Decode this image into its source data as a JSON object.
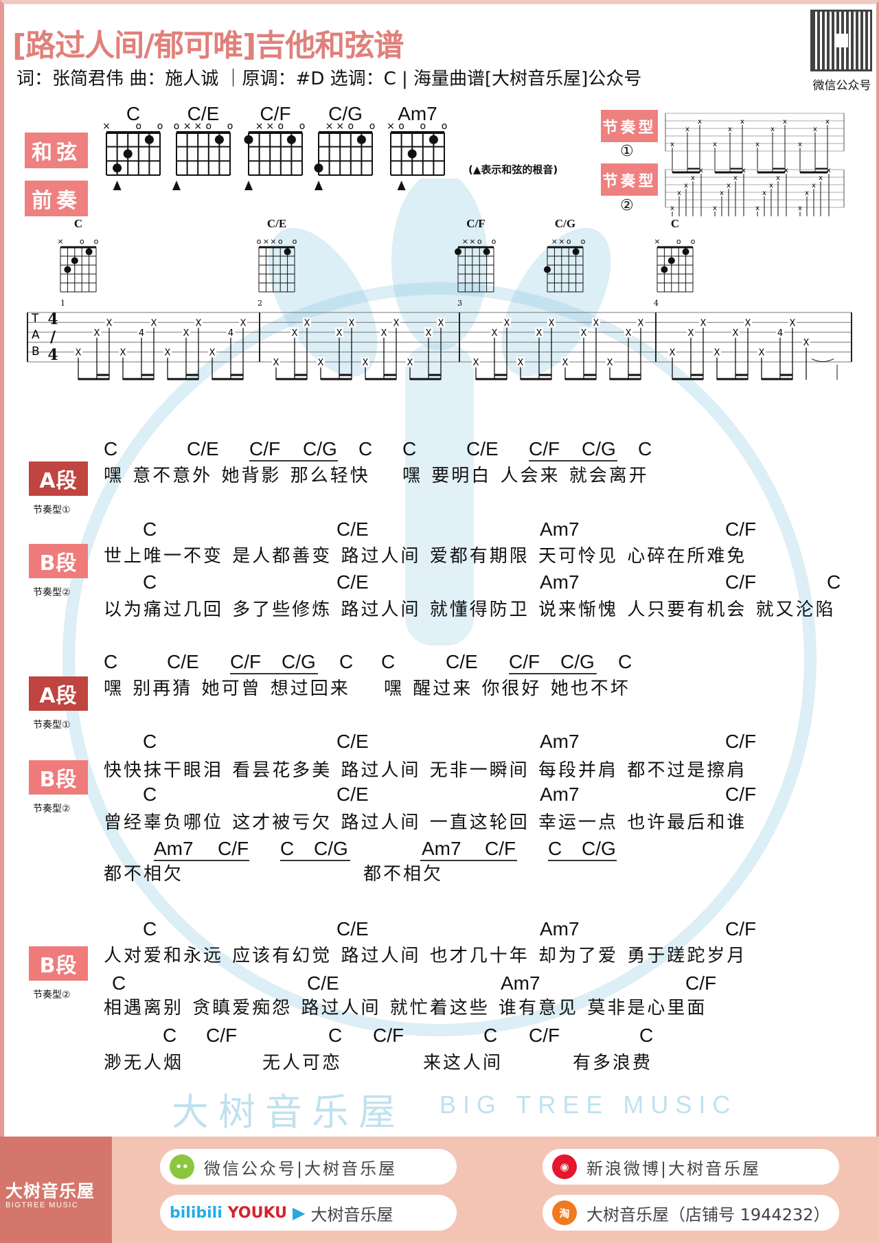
{
  "header": {
    "title": "[路过人间/郁可唯]吉他和弦谱",
    "subtitle": "词：张简君伟 曲：施人诚 ｜原调：#D 选调：C | 海量曲谱[大树音乐屋]公众号",
    "qr_label": "微信公众号"
  },
  "tags": {
    "chords": "和弦",
    "intro": "前奏"
  },
  "root_note": "(▲表示和弦的根音)",
  "chords": [
    {
      "name": "C",
      "markers": [
        "x",
        "",
        "",
        "o",
        "",
        "o"
      ],
      "dots": [
        [
          5,
          3
        ],
        [
          4,
          2
        ],
        [
          2,
          1
        ]
      ],
      "root": 5
    },
    {
      "name": "C/E",
      "markers": [
        "o",
        "x",
        "x",
        "o",
        "",
        "o"
      ],
      "dots": [
        [
          2,
          1
        ]
      ],
      "root": 6
    },
    {
      "name": "C/F",
      "markers": [
        "",
        "x",
        "x",
        "o",
        "",
        "o"
      ],
      "dots": [
        [
          6,
          1
        ],
        [
          2,
          1
        ]
      ],
      "root": 6
    },
    {
      "name": "C/G",
      "markers": [
        "",
        "x",
        "x",
        "o",
        "",
        "o"
      ],
      "dots": [
        [
          6,
          3
        ],
        [
          2,
          1
        ]
      ],
      "root": 6
    },
    {
      "name": "Am7",
      "markers": [
        "x",
        "o",
        "",
        "o",
        "",
        "o"
      ],
      "dots": [
        [
          4,
          2
        ],
        [
          2,
          1
        ]
      ],
      "root": 5
    }
  ],
  "rhythm_patterns": [
    {
      "label": "节奏型",
      "number": "①"
    },
    {
      "label": "节奏型",
      "number": "②"
    }
  ],
  "intro": {
    "chords": [
      "C",
      "C/E",
      "C/F",
      "C/G",
      "C"
    ],
    "time_signature": "4/4",
    "tab_letters": [
      "T",
      "A",
      "B"
    ],
    "measures": [
      {
        "number": "1",
        "beats": [
          [
            [
              5,
              "X"
            ],
            [
              3,
              "X"
            ],
            [
              2,
              "X"
            ]
          ],
          [
            [
              5,
              "X"
            ],
            [
              3,
              "4"
            ],
            [
              2,
              "X"
            ]
          ],
          [
            [
              5,
              "X"
            ],
            [
              3,
              "X"
            ],
            [
              2,
              "X"
            ]
          ],
          [
            [
              5,
              "X"
            ],
            [
              3,
              "4"
            ],
            [
              2,
              "X"
            ]
          ]
        ]
      },
      {
        "number": "2",
        "beats": [
          [
            [
              6,
              "X"
            ],
            [
              3,
              "X"
            ],
            [
              2,
              "X"
            ]
          ],
          [
            [
              6,
              "X"
            ],
            [
              3,
              "X"
            ],
            [
              2,
              "X"
            ]
          ],
          [
            [
              6,
              "X"
            ],
            [
              3,
              "X"
            ],
            [
              2,
              "X"
            ]
          ],
          [
            [
              6,
              "X"
            ],
            [
              3,
              "X"
            ],
            [
              2,
              "X"
            ]
          ]
        ]
      },
      {
        "number": "3",
        "beats": [
          [
            [
              6,
              "X"
            ],
            [
              3,
              "X"
            ],
            [
              2,
              "X"
            ]
          ],
          [
            [
              6,
              "X"
            ],
            [
              3,
              "X"
            ],
            [
              2,
              "X"
            ]
          ],
          [
            [
              6,
              "X"
            ],
            [
              3,
              "X"
            ],
            [
              2,
              "X"
            ]
          ],
          [
            [
              6,
              "X"
            ],
            [
              3,
              "X"
            ],
            [
              2,
              "X"
            ]
          ]
        ]
      },
      {
        "number": "4",
        "beats": [
          [
            [
              5,
              "X"
            ],
            [
              3,
              "X"
            ],
            [
              2,
              "X"
            ]
          ],
          [
            [
              5,
              "X"
            ],
            [
              3,
              "X"
            ],
            [
              2,
              "X"
            ]
          ],
          [
            [
              5,
              "X"
            ],
            [
              3,
              "4"
            ],
            [
              2,
              "X"
            ]
          ],
          [
            [
              4,
              "X"
            ]
          ]
        ]
      }
    ]
  },
  "sections": [
    {
      "label": "A段",
      "rhythm": "节奏型①",
      "lines": [
        {
          "chords": [
            "C",
            "C/E",
            "C/F",
            "C/G",
            "C",
            "C",
            "C/E",
            "C/F",
            "C/G",
            "C"
          ],
          "lyrics": [
            "嘿 意不意外 她背影 那么轻快",
            "嘿 要明白 人会来 就会离开"
          ]
        }
      ]
    },
    {
      "label": "B段",
      "rhythm": "节奏型②",
      "lines": [
        {
          "chords": [
            "C",
            "C/E",
            "Am7",
            "C/F"
          ],
          "lyrics": [
            "世上唯一不变 是人都善变 路过人间 爱都有期限 天可怜见 心碎在所难免"
          ]
        },
        {
          "chords": [
            "C",
            "C/E",
            "Am7",
            "C/F",
            "C"
          ],
          "lyrics": [
            "以为痛过几回 多了些修炼 路过人间 就懂得防卫 说来惭愧 人只要有机会 就又沦陷"
          ]
        }
      ]
    },
    {
      "label": "A段",
      "rhythm": "节奏型①",
      "lines": [
        {
          "chords": [
            "C",
            "C/E",
            "C/F",
            "C/G",
            "C",
            "C",
            "C/E",
            "C/F",
            "C/G",
            "C"
          ],
          "lyrics": [
            "嘿 别再猜 她可曾 想过回来",
            "嘿 醒过来 你很好 她也不坏"
          ]
        }
      ]
    },
    {
      "label": "B段",
      "rhythm": "节奏型②",
      "lines": [
        {
          "chords": [
            "C",
            "C/E",
            "Am7",
            "C/F"
          ],
          "lyrics": [
            "快快抹干眼泪 看昙花多美 路过人间 无非一瞬间 每段并肩 都不过是擦肩"
          ]
        },
        {
          "chords": [
            "C",
            "C/E",
            "Am7",
            "C/F"
          ],
          "lyrics": [
            "曾经辜负哪位 这才被亏欠 路过人间 一直这轮回 幸运一点 也许最后和谁"
          ]
        },
        {
          "chords": [
            "Am7",
            "C/F",
            "C",
            "C/G",
            "Am7",
            "C/F",
            "C",
            "C/G"
          ],
          "lyrics": [
            "都不相欠",
            "都不相欠"
          ]
        }
      ]
    },
    {
      "label": "B段",
      "rhythm": "节奏型②",
      "lines": [
        {
          "chords": [
            "C",
            "C/E",
            "Am7",
            "C/F"
          ],
          "lyrics": [
            "人对爱和永远 应该有幻觉 路过人间 也才几十年 却为了爱 勇于蹉跎岁月"
          ]
        },
        {
          "chords": [
            "C",
            "C/E",
            "Am7",
            "C/F"
          ],
          "lyrics": [
            "相遇离别 贪瞋爱痴怨 路过人间 就忙着这些 谁有意见 莫非是心里面"
          ]
        },
        {
          "chords": [
            "C",
            "C/F",
            "C",
            "C/F",
            "C",
            "C/F",
            "C"
          ],
          "lyrics": [
            "渺无人烟",
            "无人可恋",
            "来这人间",
            "有多浪费"
          ]
        }
      ]
    }
  ],
  "watermark": {
    "cn": "大树音乐屋",
    "en": "BIG TREE MUSIC"
  },
  "footer": {
    "brand_cn": "大树音乐屋",
    "brand_en": "BIGTREE MUSIC",
    "wechat": "微信公众号|大树音乐屋",
    "weibo": "新浪微博|大树音乐屋",
    "bilibili": "bilibili",
    "youku": "YOUKU",
    "video": "大树音乐屋",
    "taobao_icon": "淘",
    "taobao": "大树音乐屋（店铺号 1944232）"
  },
  "colors": {
    "accent": "#e0807a",
    "section_a": "#c0443f",
    "section_b": "#ef7b7b",
    "footer": "#f3c4b4",
    "footer_dark": "#d4766b"
  }
}
